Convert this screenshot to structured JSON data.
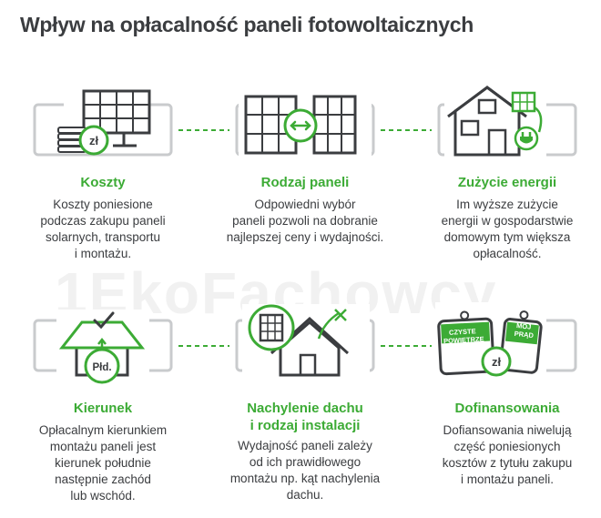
{
  "title": "Wpływ na opłacalność paneli fotowoltaicznych",
  "watermark": "1EkoFachowcy",
  "items": [
    {
      "heading": "Koszty",
      "desc": "Koszty poniesione\npodczas zakupu paneli\nsolarnych, transportu\ni montażu.",
      "badge": "zł"
    },
    {
      "heading": "Rodzaj paneli",
      "desc": "Odpowiedni wybór\npaneli pozwoli na dobranie\nnajlepszej ceny i wydajności."
    },
    {
      "heading": "Zużycie energii",
      "desc": "Im wyższe zużycie\nenergii w gospodarstwie\ndomowym tym większa\nopłacalność."
    },
    {
      "heading": "Kierunek",
      "desc": "Opłacalnym kierunkiem\nmontażu paneli jest\nkierunek południe\nnastępnie zachód\nlub wschód.",
      "badge": "Płd."
    },
    {
      "heading": "Nachylenie dachu\ni rodzaj instalacji",
      "desc": "Wydajność paneli zależy\nod ich prawidłowego\nmontażu np. kąt nachylenia\ndachu."
    },
    {
      "heading": "Dofinansowania",
      "desc": "Dofiansowania niwelują\nczęść poniesionych\nkosztów z tytułu zakupu\ni montażu paneli.",
      "tags": [
        "CZYSTE\nPOWIETRZE",
        "MÓJ\nPRĄD"
      ],
      "badge": "zł"
    }
  ],
  "colors": {
    "accent": "#3cab35",
    "ink": "#3b3d40",
    "frame": "#c9cbcd"
  },
  "icons": [
    "solar-panel-cost-icon",
    "solar-panels-compare-icon",
    "house-energy-icon",
    "house-south-icon",
    "roof-tilt-icon",
    "subsidy-tags-icon"
  ]
}
